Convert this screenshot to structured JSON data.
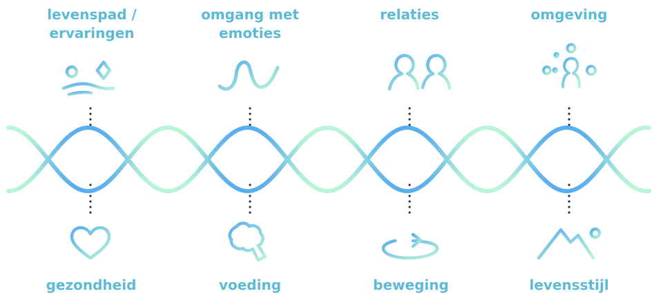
{
  "top_labels": [
    {
      "lines": [
        "levenspad /",
        "ervaringen"
      ],
      "icon": "life-path-icon"
    },
    {
      "lines": [
        "omgang met",
        "emoties"
      ],
      "icon": "emotion-wave-icon"
    },
    {
      "lines": [
        "relaties"
      ],
      "icon": "relationships-icon"
    },
    {
      "lines": [
        "omgeving"
      ],
      "icon": "environment-icon"
    }
  ],
  "bottom_labels": [
    {
      "text": "gezondheid",
      "icon": "heart-icon"
    },
    {
      "text": "voeding",
      "icon": "broccoli-icon"
    },
    {
      "text": "beweging",
      "icon": "movement-arrow-icon"
    },
    {
      "text": "levensstijl",
      "icon": "mountain-icon"
    }
  ],
  "colors": {
    "label": "#5cbad8",
    "helix_blue": "#5aaeee",
    "helix_mint": "#b9f5d6",
    "dots": "#203048"
  }
}
